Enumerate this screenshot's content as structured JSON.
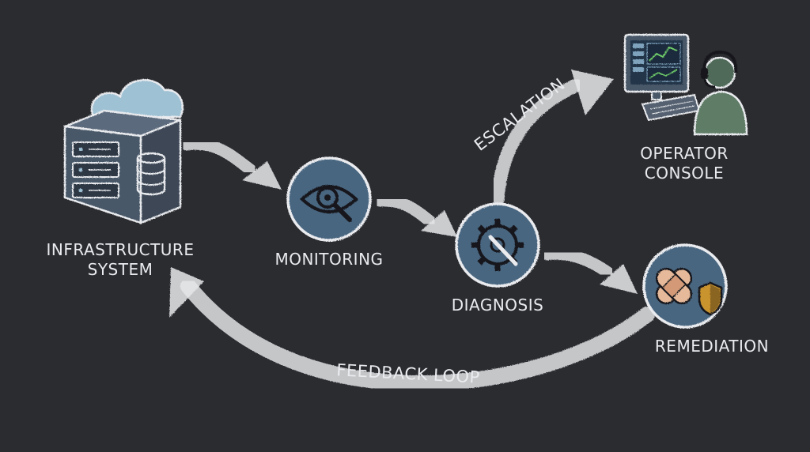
{
  "nodes": {
    "infrastructure": {
      "line1": "INFRASTRUCTURE",
      "line2": "SYSTEM",
      "icon": "server-cloud-icon"
    },
    "monitoring": {
      "label": "MONITORING",
      "icon": "eye-magnifier-icon"
    },
    "diagnosis": {
      "label": "DIAGNOSIS",
      "icon": "gear-wrench-icon"
    },
    "operator": {
      "line1": "OPERATOR",
      "line2": "CONSOLE",
      "icon": "operator-console-icon"
    },
    "remediation": {
      "label": "REMEDIATION",
      "icon": "bandage-shield-icon"
    }
  },
  "edges": {
    "escalation": "ESCALATION",
    "feedback": "FEEDBACK LOOP"
  },
  "colors": {
    "background": "#2b2c30",
    "chalk": "#e9ebee",
    "circle_fill": "#4a6680",
    "cloud_fill": "#9fc1d4",
    "server_fill": "#4c5a6c"
  }
}
